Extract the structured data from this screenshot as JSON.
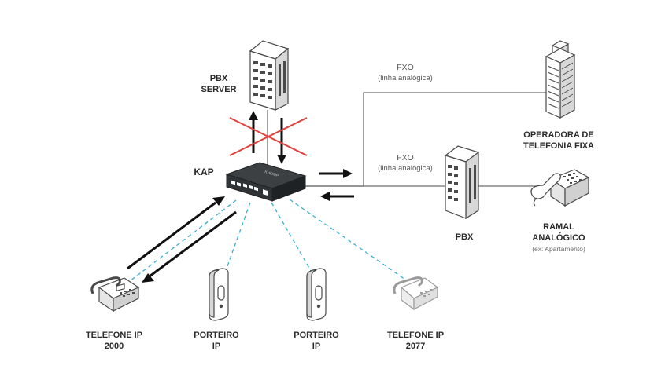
{
  "labels": {
    "pbx_server": [
      "PBX",
      "SERVER"
    ],
    "kap": "KAP",
    "fxo_top": [
      "FXO",
      "(linha analógica)"
    ],
    "fxo_bottom": [
      "FXO",
      "(linha analógica)"
    ],
    "operadora": [
      "OPERADORA DE",
      "TELEFONIA FIXA"
    ],
    "pbx": "PBX",
    "ramal": [
      "RAMAL",
      "ANALÓGICO"
    ],
    "ramal_note": "(ex: Apartamento)",
    "telefone_2000": [
      "TELEFONE IP",
      "2000"
    ],
    "porteiro_1": [
      "PORTEIRO",
      "IP"
    ],
    "porteiro_2": [
      "PORTEIRO",
      "IP"
    ],
    "telefone_2077": [
      "TELEFONE IP",
      "2077"
    ],
    "device_brand": "KHOMP"
  },
  "colors": {
    "device_outline": "#4a4a4a",
    "device_fill": "#ffffff",
    "line_gray": "#6e6e6e",
    "arrow": "#111111",
    "cross": "#e0413c",
    "dashed_link": "#3ab0d0",
    "kap_body": "#2f3335"
  },
  "icons": {
    "pbx_server": "server-building-icon",
    "operadora": "office-tower-icon",
    "pbx": "pbx-cabinet-icon",
    "ramal": "analog-desk-phone-icon",
    "telefone_2000": "ip-phone-icon",
    "telefone_2077": "ip-phone-icon",
    "porteiro": "door-intercom-icon",
    "kap": "gateway-router-icon"
  }
}
